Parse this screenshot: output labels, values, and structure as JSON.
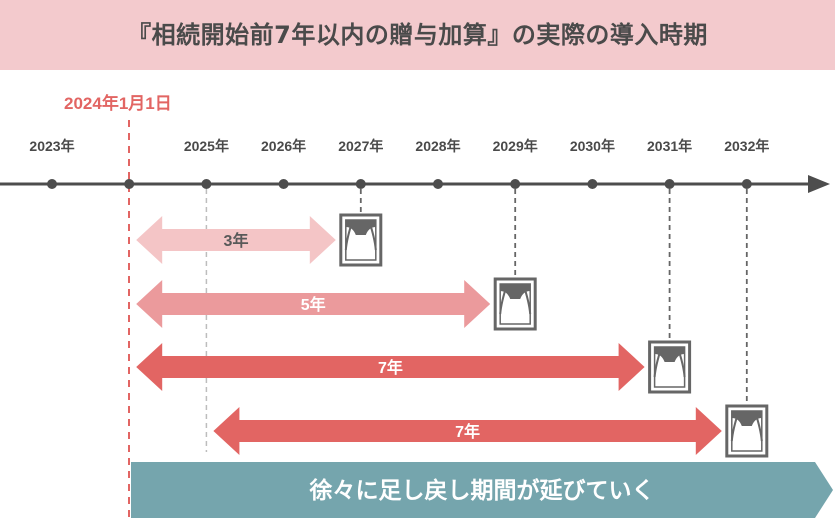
{
  "title": "『相続開始前7年以内の贈与加算』の実際の導入時期",
  "start_date_label": "2024年1月1日",
  "timeline_years": [
    {
      "label": "2023年",
      "year": 2023
    },
    {
      "label": "2025年",
      "year": 2025
    },
    {
      "label": "2026年",
      "year": 2026
    },
    {
      "label": "2027年",
      "year": 2027
    },
    {
      "label": "2028年",
      "year": 2028
    },
    {
      "label": "2029年",
      "year": 2029
    },
    {
      "label": "2030年",
      "year": 2030
    },
    {
      "label": "2031年",
      "year": 2031
    },
    {
      "label": "2032年",
      "year": 2032
    }
  ],
  "periods": [
    {
      "label": "3年",
      "from_year": 2024,
      "to_year": 2027,
      "color": "#f4c5c6",
      "text_color": "#595959"
    },
    {
      "label": "5年",
      "from_year": 2024,
      "to_year": 2029,
      "color": "#eb9a9c",
      "text_color": "#ffffff"
    },
    {
      "label": "7年",
      "from_year": 2024,
      "to_year": 2031,
      "color": "#e26563",
      "text_color": "#ffffff"
    },
    {
      "label": "7年",
      "from_year": 2025,
      "to_year": 2032,
      "color": "#e26563",
      "text_color": "#ffffff"
    }
  ],
  "banner_text": "徐々に足し戻し期間が延びていく",
  "colors": {
    "title_band": "#f3cacd",
    "axis": "#4d4d4d",
    "start_line": "#e26563",
    "banner": "#75a5ad",
    "frame": "#666666"
  },
  "icons": [
    "death-frame-icon"
  ]
}
